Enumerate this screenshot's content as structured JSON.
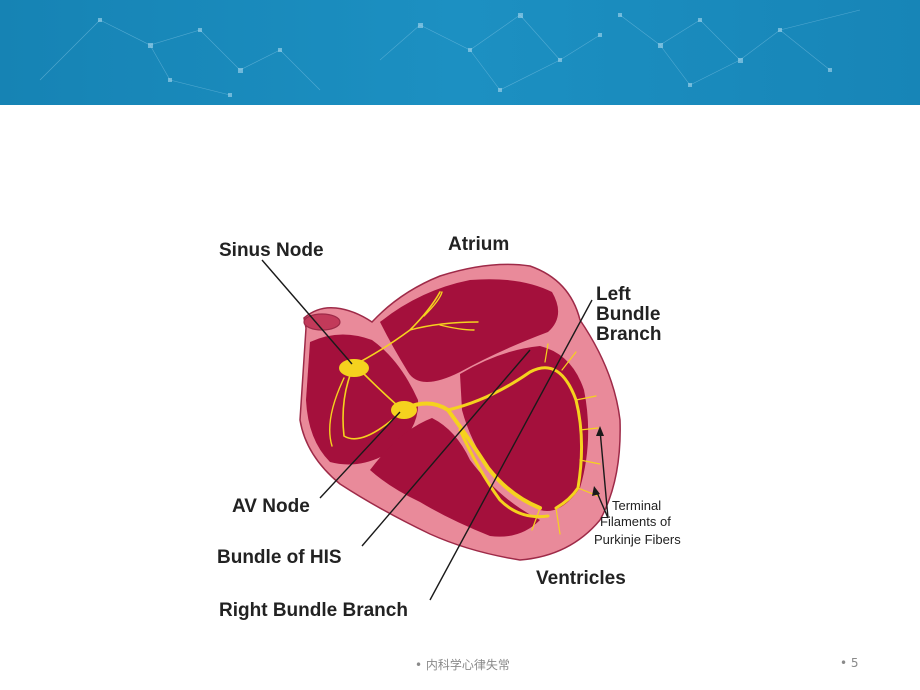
{
  "diagram": {
    "labels": {
      "sinus_node": "Sinus Node",
      "atrium": "Atrium",
      "left_bundle_1": "Left",
      "left_bundle_2": "Bundle",
      "left_bundle_3": "Branch",
      "av_node": "AV Node",
      "bundle_of_his": "Bundle of HIS",
      "right_bundle_branch": "Right Bundle Branch",
      "ventricles": "Ventricles",
      "terminal_1": "Terminal",
      "terminal_2": "Filaments of",
      "terminal_3": "Purkinje Fibers"
    }
  },
  "footer": {
    "left_text": "• 内科学心律失常",
    "page_number": "• 5"
  },
  "colors": {
    "banner": "#1a8cbf",
    "heart_outer": "#e98a9a",
    "heart_inner": "#a4103c",
    "conduction": "#f5d21e"
  }
}
